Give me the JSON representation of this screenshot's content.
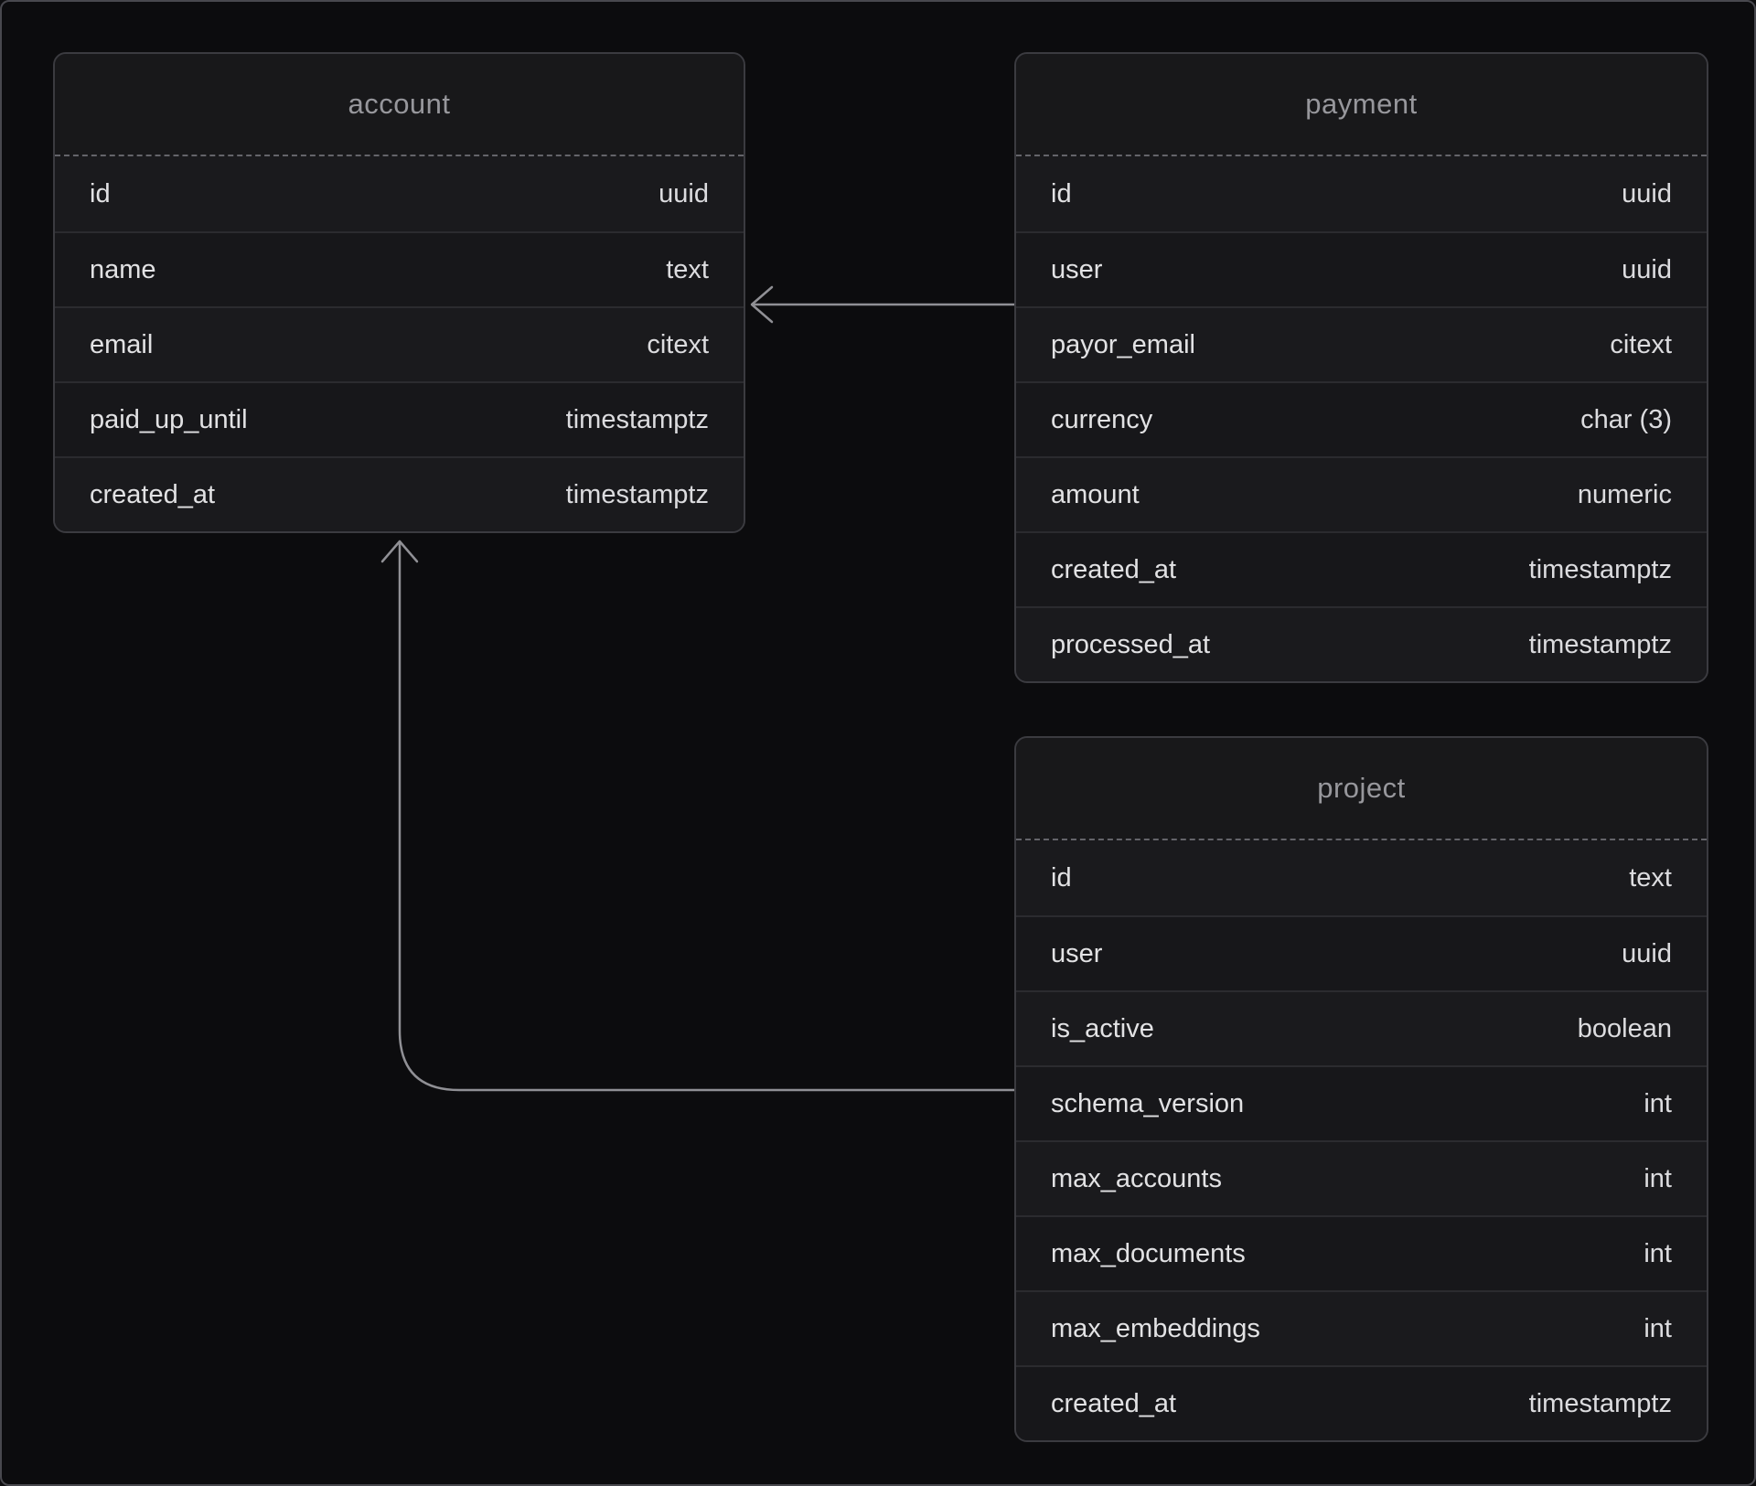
{
  "diagram": {
    "type": "entity-relationship-schema",
    "theme": "dark",
    "colors": {
      "page_background": "#0c0c0e",
      "table_background": "#18181a",
      "table_border": "#3b3b40",
      "row_divider": "#2b2b2f",
      "header_divider_dashed": "#64646a",
      "title_text": "#97979c",
      "row_text": "#e2e2e4",
      "connector": "#909095",
      "frame_border": "#48484e"
    }
  },
  "tables": [
    {
      "title": "account",
      "columns": [
        {
          "name": "id",
          "type": "uuid"
        },
        {
          "name": "name",
          "type": "text"
        },
        {
          "name": "email",
          "type": "citext"
        },
        {
          "name": "paid_up_until",
          "type": "timestamptz"
        },
        {
          "name": "created_at",
          "type": "timestamptz"
        }
      ]
    },
    {
      "title": "payment",
      "columns": [
        {
          "name": "id",
          "type": "uuid"
        },
        {
          "name": "user",
          "type": "uuid"
        },
        {
          "name": "payor_email",
          "type": "citext"
        },
        {
          "name": "currency",
          "type": "char (3)"
        },
        {
          "name": "amount",
          "type": "numeric"
        },
        {
          "name": "created_at",
          "type": "timestamptz"
        },
        {
          "name": "processed_at",
          "type": "timestamptz"
        }
      ]
    },
    {
      "title": "project",
      "columns": [
        {
          "name": "id",
          "type": "text"
        },
        {
          "name": "user",
          "type": "uuid"
        },
        {
          "name": "is_active",
          "type": "boolean"
        },
        {
          "name": "schema_version",
          "type": "int"
        },
        {
          "name": "max_accounts",
          "type": "int"
        },
        {
          "name": "max_documents",
          "type": "int"
        },
        {
          "name": "max_embeddings",
          "type": "int"
        },
        {
          "name": "created_at",
          "type": "timestamptz"
        }
      ]
    }
  ],
  "relationships": [
    {
      "from": "payment",
      "to": "account",
      "style": "horizontal-arrow-left"
    },
    {
      "from": "project",
      "to": "account",
      "style": "elbow-arrow-up"
    }
  ]
}
